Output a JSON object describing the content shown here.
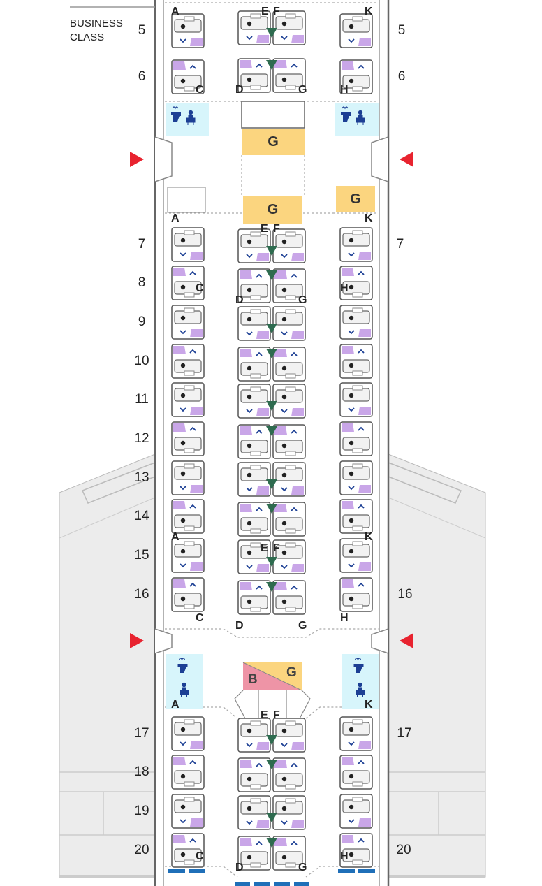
{
  "cabin": {
    "class_label_line1": "BUSINESS",
    "class_label_line2": "CLASS"
  },
  "rows": [
    {
      "number": "5",
      "left": "5",
      "right": "5"
    },
    {
      "number": "6",
      "left": "6",
      "right": "6"
    },
    {
      "number": "7",
      "left": "7",
      "right": "7"
    },
    {
      "number": "8",
      "left": "8",
      "right": ""
    },
    {
      "number": "9",
      "left": "9",
      "right": ""
    },
    {
      "number": "10",
      "left": "10",
      "right": ""
    },
    {
      "number": "11",
      "left": "11",
      "right": ""
    },
    {
      "number": "12",
      "left": "12",
      "right": ""
    },
    {
      "number": "13",
      "left": "13",
      "right": ""
    },
    {
      "number": "14",
      "left": "14",
      "right": ""
    },
    {
      "number": "15",
      "left": "15",
      "right": ""
    },
    {
      "number": "16",
      "left": "16",
      "right": "16"
    },
    {
      "number": "17",
      "left": "17",
      "right": "17"
    },
    {
      "number": "18",
      "left": "18",
      "right": ""
    },
    {
      "number": "19",
      "left": "19",
      "right": ""
    },
    {
      "number": "20",
      "left": "20",
      "right": "20"
    }
  ],
  "seat_letters": {
    "A": "A",
    "C": "C",
    "D": "D",
    "E": "E",
    "F": "F",
    "G": "G",
    "H": "H",
    "K": "K"
  },
  "facilities": {
    "galley": "G",
    "bar": "B",
    "galley_b": "G",
    "lavatory_icon": "lavatory-icon",
    "baby_change_icon": "baby-change-icon"
  },
  "colors": {
    "seat_accent": "#c9a6e8",
    "arrow_green": "#2e6b4f",
    "galley": "#fbd57f",
    "lavatory_bg": "#d7f5fb",
    "exit_red": "#e8232f",
    "bar_pink": "#ee94a6",
    "fuselage": "#666666"
  }
}
